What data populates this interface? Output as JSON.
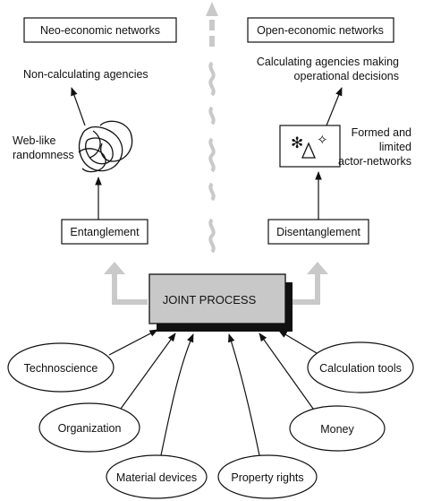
{
  "left": {
    "top_box": "Neo-economic networks",
    "agencies": "Non-calculating agencies",
    "web_line1": "Web-like",
    "web_line2": "randomness",
    "bottom_box": "Entanglement"
  },
  "right": {
    "top_box": "Open-economic networks",
    "agencies_line1": "Calculating agencies making",
    "agencies_line2": "operational decisions",
    "formed_line1": "Formed and",
    "formed_line2": "limited",
    "formed_line3": "actor-networks",
    "bottom_box": "Disentanglement"
  },
  "center": {
    "joint_process": "JOINT PROCESS"
  },
  "inputs": [
    "Technoscience",
    "Organization",
    "Material devices",
    "Property rights",
    "Money",
    "Calculation tools"
  ],
  "colors": {
    "joint_fill": "#c8c8c8",
    "joint_shadow": "#111111",
    "grey_arrow": "#c9c9c9",
    "ink": "#111111"
  }
}
